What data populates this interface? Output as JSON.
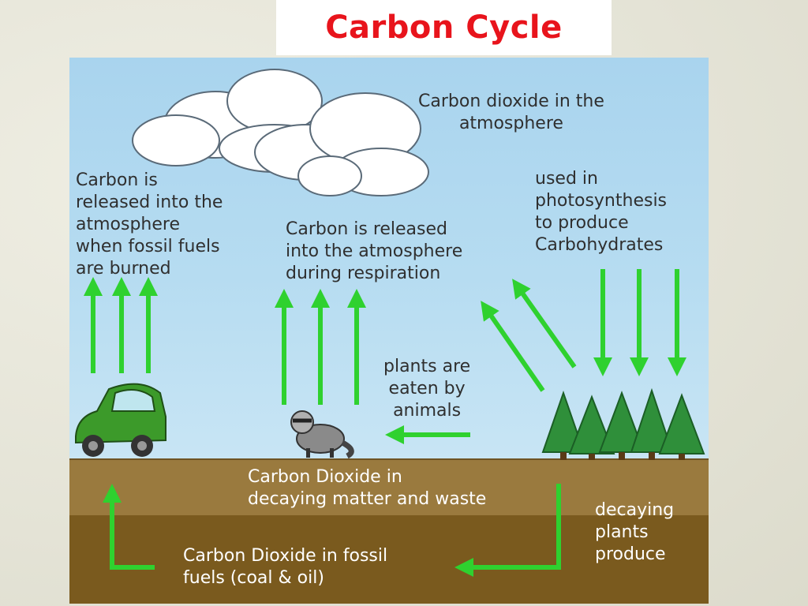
{
  "slide": {
    "title": "Carbon Cycle"
  },
  "labels": {
    "atmosphere": [
      "Carbon dioxide in the",
      "atmosphere"
    ],
    "fossil_fuel_burning": [
      "Carbon is",
      "released into the",
      "atmosphere",
      "when fossil fuels",
      "are burned"
    ],
    "respiration": [
      "Carbon is released",
      "into the atmosphere",
      "during respiration"
    ],
    "photosynthesis": [
      "used in",
      "photosynthesis",
      "to produce",
      "Carbohydrates"
    ],
    "plants_eaten": [
      "plants are",
      "eaten by",
      "animals"
    ],
    "decaying_matter": [
      "Carbon Dioxide in",
      "decaying matter and waste"
    ],
    "decaying_plants": [
      "decaying",
      "plants",
      "produce"
    ],
    "fossil_fuels": [
      "Carbon Dioxide in fossil",
      "fuels (coal & oil)"
    ]
  },
  "colors": {
    "title": "#e8141c",
    "arrow": "#2fd12f",
    "sky_top": "#a9d4ee",
    "soil_upper": "#9a7a3e",
    "soil_lower": "#7a5a1e",
    "tree": "#2f8f3a",
    "car": "#3c9a2a"
  },
  "icons": [
    "cloud-icon",
    "car-icon",
    "raccoon-icon",
    "tree-icon"
  ]
}
